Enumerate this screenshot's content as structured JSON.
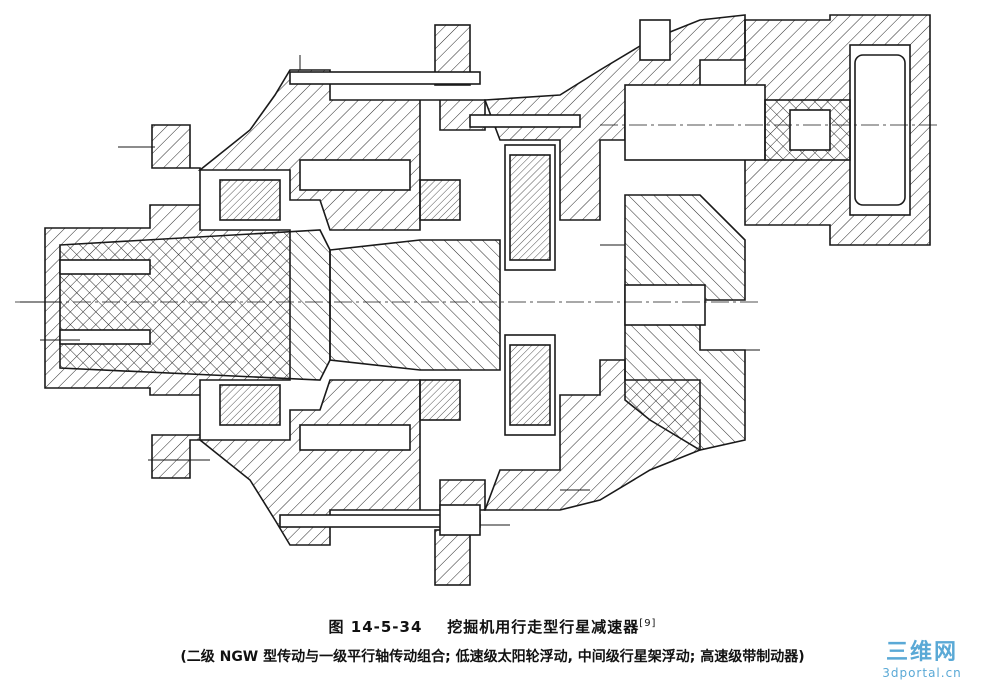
{
  "figure": {
    "number": "图 14-5-34",
    "title": "挖掘机用行走型行星减速器",
    "reference": "[9]",
    "subtitle": "(二级 NGW 型传动与一级平行轴传动组合; 低速级太阳轮浮动, 中间级行星架浮动; 高速级带制动器)"
  },
  "watermark": {
    "logo": "三维网",
    "url": "3dportal.cn"
  },
  "colors": {
    "line": "#1a1a1a",
    "hatch": "#2a2a2a",
    "background": "#ffffff",
    "watermark": "#5aa9d6"
  }
}
